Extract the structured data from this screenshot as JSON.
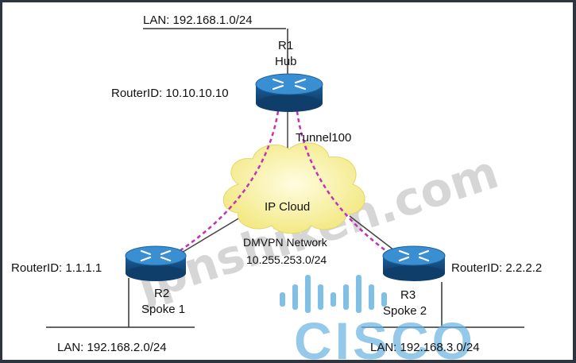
{
  "hub": {
    "name": "R1",
    "role": "Hub",
    "router_id": "RouterID: 10.10.10.10",
    "lan": "LAN: 192.168.1.0/24",
    "tunnel": "Tunnel100"
  },
  "spoke1": {
    "name": "R2",
    "role": "Spoke 1",
    "router_id": "RouterID: 1.1.1.1",
    "lan": "LAN: 192.168.2.0/24"
  },
  "spoke2": {
    "name": "R3",
    "role": "Spoke 2",
    "router_id": "RouterID: 2.2.2.2",
    "lan": "LAN: 192.168.3.0/24"
  },
  "cloud": {
    "label": "IP Cloud",
    "network_name": "DMVPN Network",
    "network_subnet": "10.255.253.0/24"
  },
  "watermark": "jpnshiken.com",
  "logo": "CISCO",
  "colors": {
    "router_body": "#2f7fc0",
    "tunnel_dash": "#c233b5",
    "cloud_fill": "#f6ee92",
    "watermark": "#c9c9c9",
    "logo": "#6cb4e2"
  }
}
